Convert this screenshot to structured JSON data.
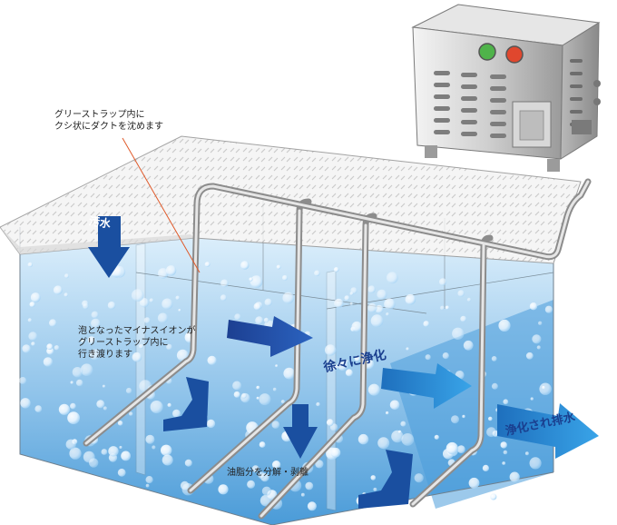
{
  "labels": {
    "grease_trap_line1": "グリーストラップ内に",
    "grease_trap_line2": "クシ状にダクトを沈めます",
    "foam_line1": "泡となったマイナスイオンが",
    "foam_line2": "グリーストラップ内に",
    "foam_line3": "行き渡ります",
    "oil_separation": "油脂分を分解・剥離"
  },
  "arrows": {
    "wastewater": "汚水",
    "gradual_purification": "徐々に浄化",
    "purified_discharge": "浄化され排水"
  },
  "colors": {
    "water_top": "#e3f1fb",
    "water_bottom": "#3f97d6",
    "arrow_dark": "#1a4fa0",
    "arrow_light": "#2a86cf",
    "leader_line": "#e05a2a",
    "lamp_green": "#4fb34a",
    "lamp_red": "#e0472e"
  },
  "icons": [
    "machine-unit",
    "duct-pipe",
    "bubble"
  ]
}
